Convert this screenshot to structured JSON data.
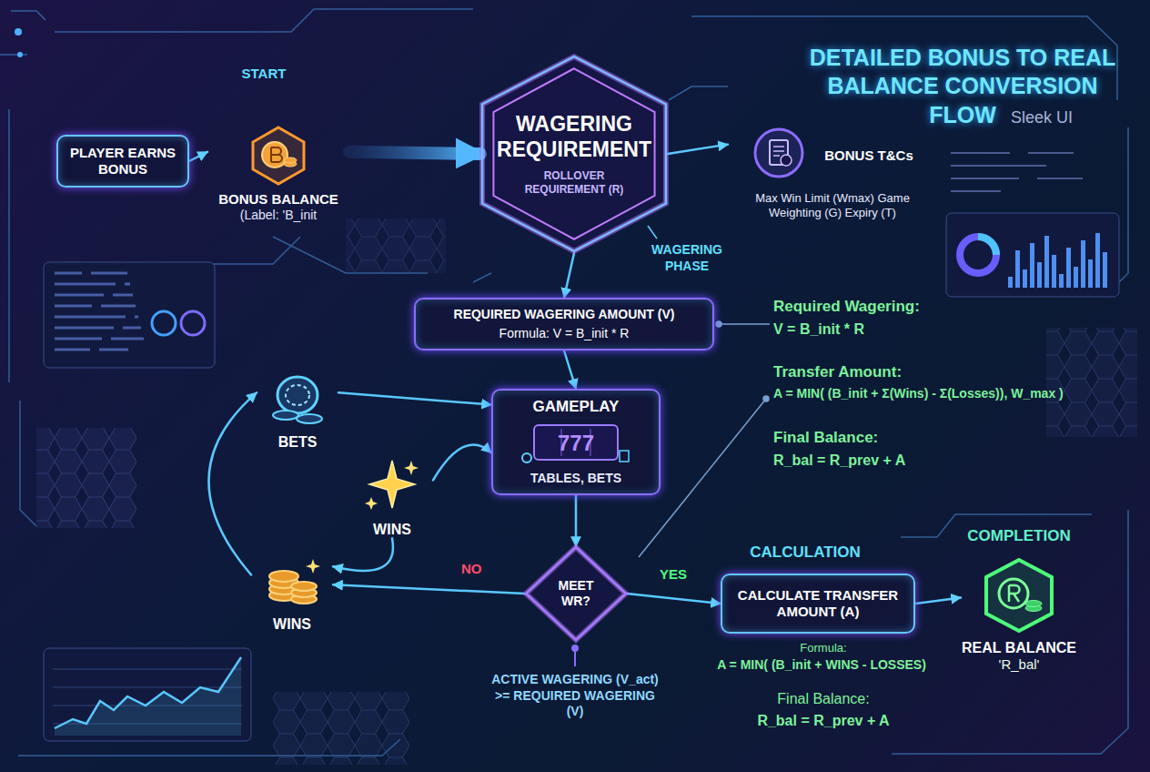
{
  "diagram": {
    "title": "DETAILED BONUS TO REAL BALANCE CONVERSION FLOW",
    "nodes": [
      {
        "text": [
          "PLAYER EARNS BONUS"
        ]
      },
      {
        "text": [
          "BONUS BALANCE",
          "(Label: 'B_init"
        ]
      },
      {
        "text": [
          "WAGERING REQUIREMENT",
          "ROLLOVER REQUIREMENT (R)"
        ]
      },
      {
        "text": [
          "BONUS T&Cs",
          "Max Win Limit (Wmax) Game Weighting (G) Expiry (T)"
        ]
      },
      {
        "text": [
          "REQUIRED WAGERING AMOUNT (V)",
          "Formula: V = B_init * R"
        ]
      },
      {
        "text": [
          "BETS"
        ]
      },
      {
        "text": [
          "GAMEPLAY",
          "TABLES, BETS"
        ]
      },
      {
        "text": [
          "WINS"
        ]
      },
      {
        "text": [
          "WINS"
        ]
      },
      {
        "text": [
          "MEET WR?"
        ]
      },
      {
        "text": [
          "CALCULATE TRANSFER AMOUNT (A)"
        ]
      },
      {
        "text": [
          "REAL BALANCE",
          "'R_bal'"
        ]
      }
    ],
    "edges": [
      {
        "from": 0,
        "to": 1,
        "arrow": "to"
      },
      {
        "from": 1,
        "to": 2,
        "arrow": "to"
      },
      {
        "from": 2,
        "to": 3,
        "arrow": "to"
      },
      {
        "from": 2,
        "to": 4,
        "arrow": "to"
      },
      {
        "from": 4,
        "to": 6,
        "arrow": "to"
      },
      {
        "from": 5,
        "to": 6,
        "arrow": "to"
      },
      {
        "from": 7,
        "to": 6,
        "arrow": "to"
      },
      {
        "from": 6,
        "to": 9,
        "arrow": "to"
      },
      {
        "from": 9,
        "to": 8,
        "label": "NO",
        "arrow": "to"
      },
      {
        "from": 8,
        "to": 5,
        "arrow": "to"
      },
      {
        "from": 7,
        "to": 8,
        "arrow": "to"
      },
      {
        "from": 9,
        "to": 10,
        "label": "YES",
        "arrow": "to"
      },
      {
        "from": 10,
        "to": 11,
        "arrow": "to"
      }
    ],
    "labels": [
      "START",
      "Sleek UI",
      "WAGERING PHASE",
      "Required Wagering:",
      "V = B_init * R",
      "Transfer Amount:",
      "A = MIN( (B_init + Σ(Wins) - Σ(Losses)), W_max )",
      "Final Balance:",
      "R_bal = R_prev + A",
      "777",
      "ACTIVE WAGERING (V_act) >= REQUIRED WAGERING (V)",
      "CALCULATION",
      "Formula:",
      "A = MIN( (B_init + WINS - LOSSES)",
      "Final Balance:",
      "R_bal = R_prev + A",
      "COMPLETION"
    ]
  }
}
